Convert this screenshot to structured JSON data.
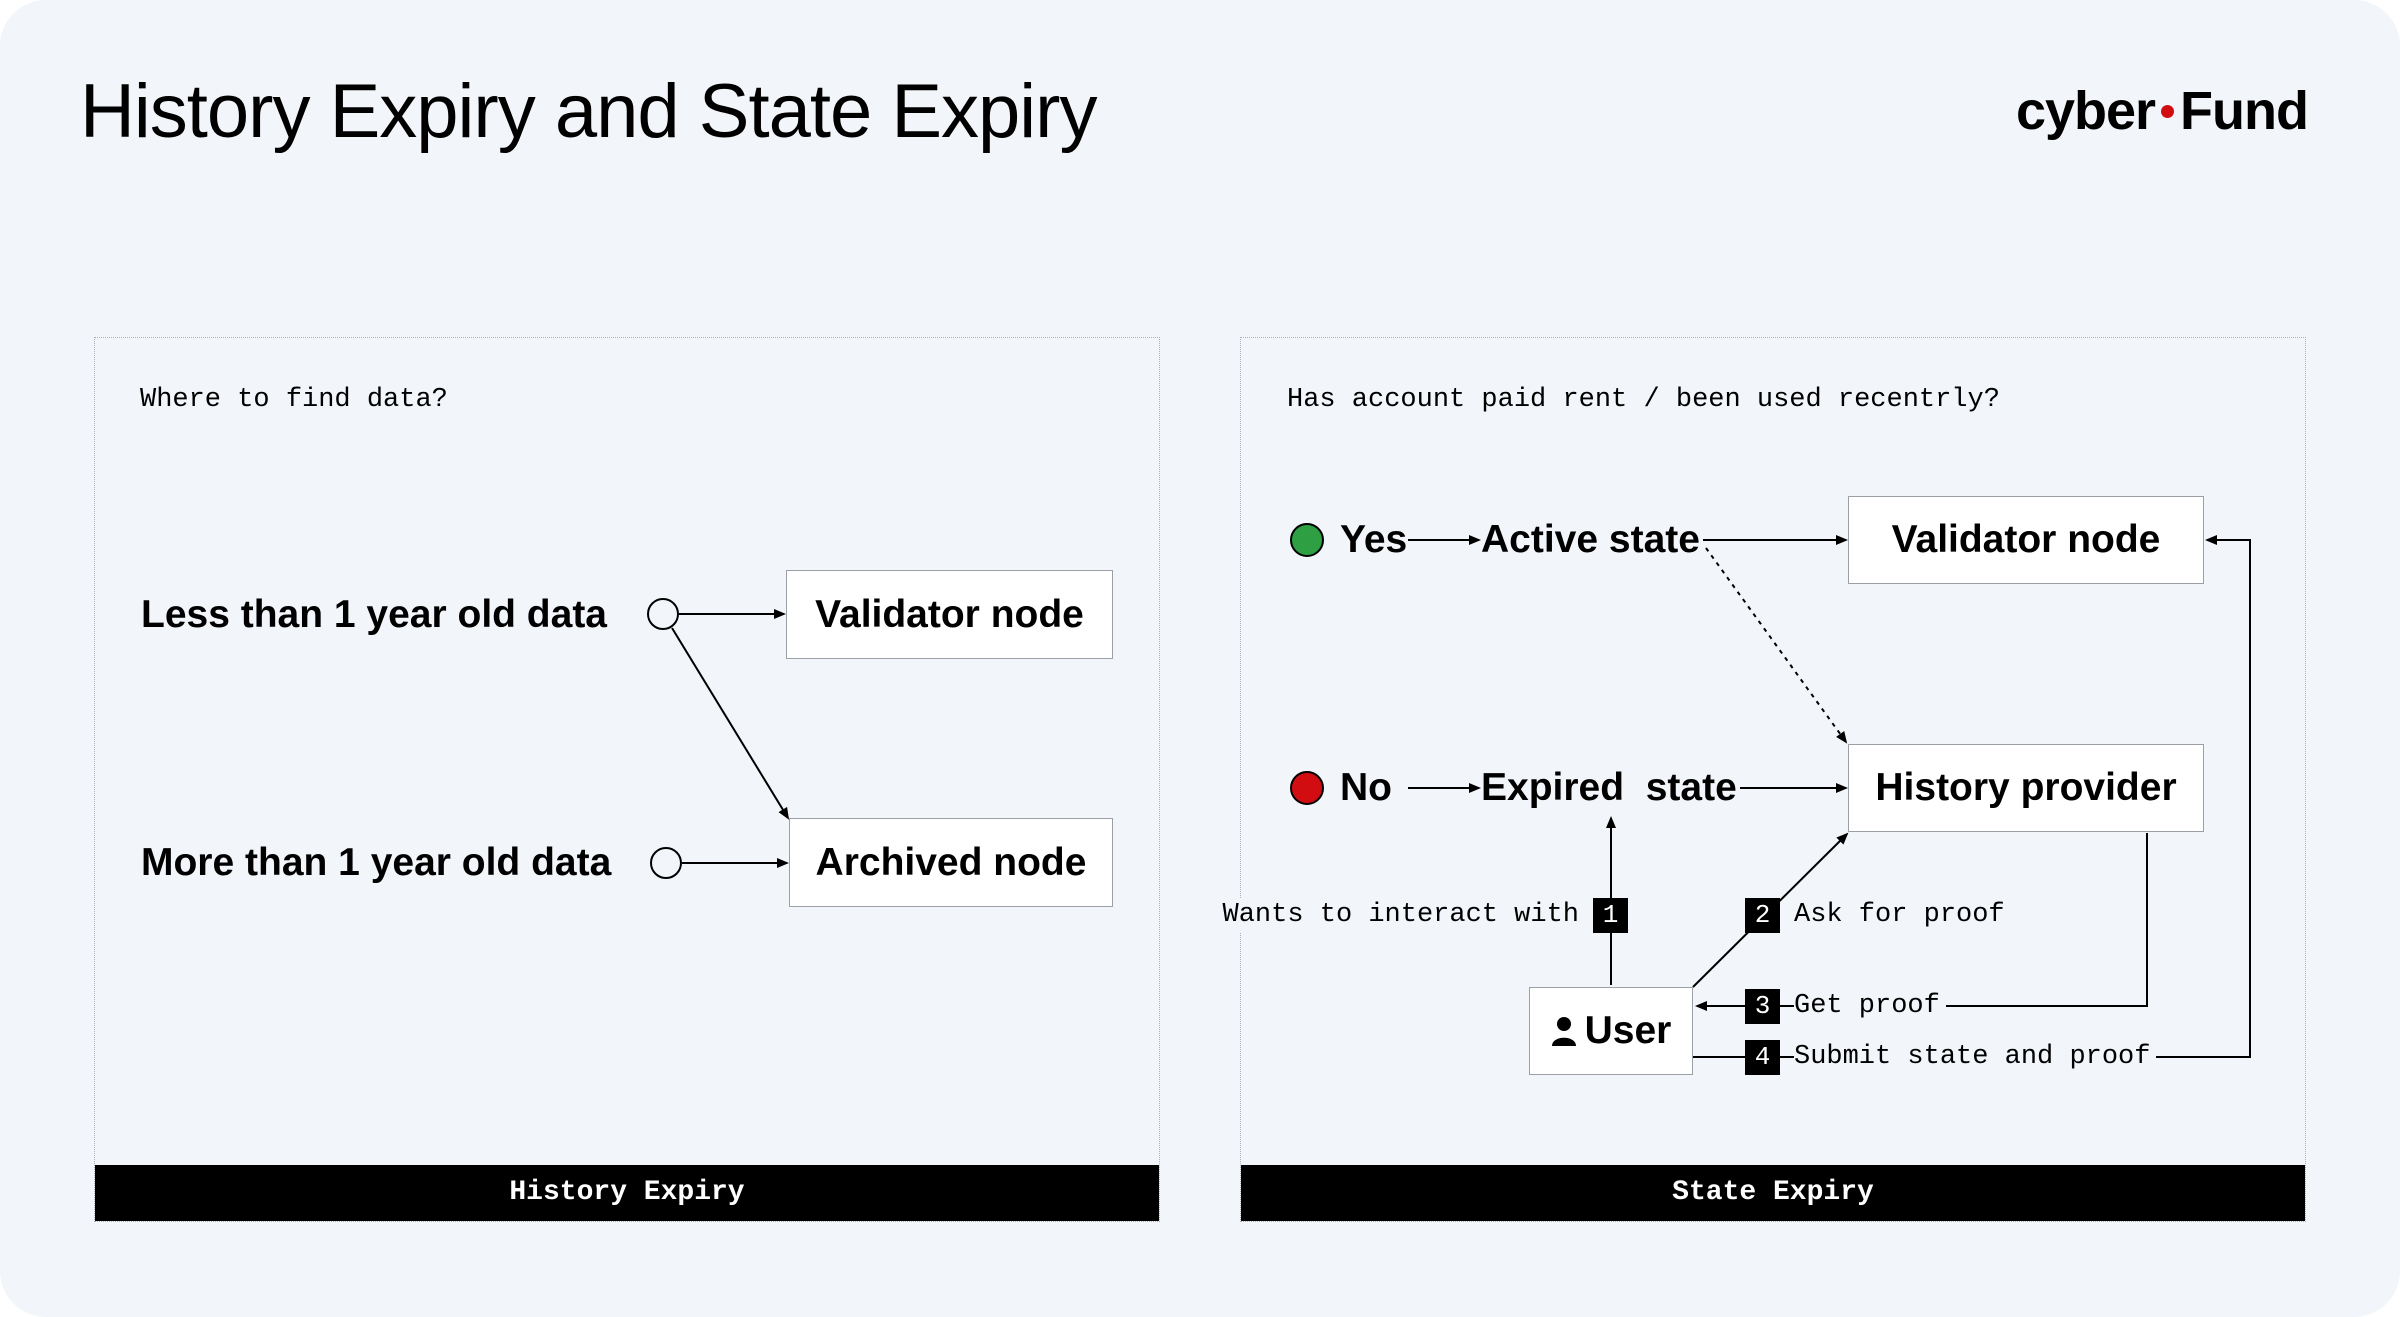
{
  "title": "History Expiry and State Expiry",
  "logo": {
    "left": "cyber",
    "right": "Fund",
    "dot_color": "#d20d12"
  },
  "history_panel": {
    "question": "Where to find data?",
    "row1_label": "Less than 1 year old data",
    "row2_label": "More than 1 year old data",
    "box1": "Validator node",
    "box2": "Archived node",
    "footer": "History Expiry"
  },
  "state_panel": {
    "question": "Has account paid rent / been used recentrly?",
    "yes_label": "Yes",
    "no_label": "No",
    "active_state": "Active state",
    "expired_state": "Expired  state",
    "validator_node": "Validator node",
    "history_provider": "History provider",
    "user": "User",
    "steps": [
      {
        "num": "1",
        "label": "Wants to interact with"
      },
      {
        "num": "2",
        "label": "Ask for proof"
      },
      {
        "num": "3",
        "label": "Get proof"
      },
      {
        "num": "4",
        "label": "Submit state and proof"
      }
    ],
    "yes_color": "#2ea043",
    "no_color": "#d20d12",
    "footer": "State Expiry"
  }
}
